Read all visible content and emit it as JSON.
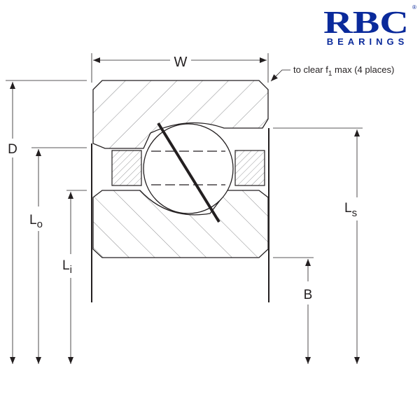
{
  "logo": {
    "text": "RBC",
    "subtext": "BEARINGS",
    "mark": "®",
    "color": "#0a2a9b"
  },
  "labels": {
    "width": "W",
    "outer_diameter": "D",
    "lo_main": "L",
    "lo_sub": "o",
    "li_main": "L",
    "li_sub": "i",
    "ls_main": "L",
    "ls_sub": "s",
    "bore": "B"
  },
  "note": {
    "prefix": "to clear f",
    "sub": "1",
    "suffix": " max (4 places)"
  },
  "colors": {
    "line": "#231f20",
    "hatch": "#6d6e71"
  }
}
